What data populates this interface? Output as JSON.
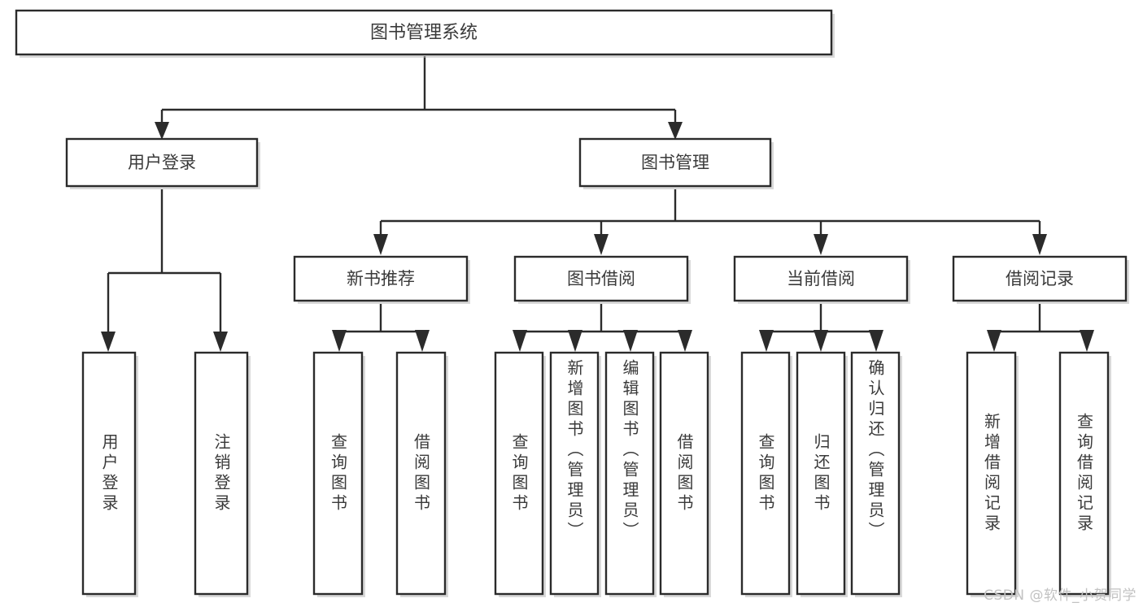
{
  "diagram": {
    "type": "tree-hierarchy",
    "title": "图书管理系统",
    "root": {
      "label": "图书管理系统",
      "children": [
        {
          "label": "用户登录",
          "children": [
            {
              "label": "用户登录"
            },
            {
              "label": "注销登录"
            }
          ]
        },
        {
          "label": "图书管理",
          "children": [
            {
              "label": "新书推荐",
              "children": [
                {
                  "label": "查询图书"
                },
                {
                  "label": "借阅图书"
                }
              ]
            },
            {
              "label": "图书借阅",
              "children": [
                {
                  "label": "查询图书"
                },
                {
                  "label": "新增图书（管理员）"
                },
                {
                  "label": "编辑图书（管理员）"
                },
                {
                  "label": "借阅图书"
                }
              ]
            },
            {
              "label": "当前借阅",
              "children": [
                {
                  "label": "查询图书"
                },
                {
                  "label": "归还图书"
                },
                {
                  "label": "确认归还（管理员）"
                }
              ]
            },
            {
              "label": "借阅记录",
              "children": [
                {
                  "label": "新增借阅记录"
                },
                {
                  "label": "查询借阅记录"
                }
              ]
            }
          ]
        }
      ]
    },
    "nodes": {
      "root_title": "图书管理系统",
      "l1_user_login": "用户登录",
      "l1_book_mgmt": "图书管理",
      "l2_new_book_rec": "新书推荐",
      "l2_book_borrow": "图书借阅",
      "l2_current_borrow": "当前借阅",
      "l2_borrow_record": "借阅记录",
      "leaf_user_login": "用户登录",
      "leaf_logout": "注销登录",
      "leaf_query_book_a": "查询图书",
      "leaf_borrow_book_a": "借阅图书",
      "leaf_query_book_b": "查询图书",
      "leaf_add_book": "新增图书（管理员）",
      "leaf_edit_book": "编辑图书（管理员）",
      "leaf_borrow_book_b": "借阅图书",
      "leaf_query_book_c": "查询图书",
      "leaf_return_book": "归还图书",
      "leaf_confirm_return": "确认归还（管理员）",
      "leaf_add_record": "新增借阅记录",
      "leaf_query_record": "查询借阅记录"
    },
    "colors": {
      "box_border": "#2b2b2b",
      "box_fill": "#ffffff",
      "text": "#3a3a3a",
      "connector": "#2b2b2b",
      "background": "#ffffff",
      "watermark": "#c2c2c2"
    }
  },
  "watermark": {
    "text": "CSDN @软件_小贺同学"
  }
}
